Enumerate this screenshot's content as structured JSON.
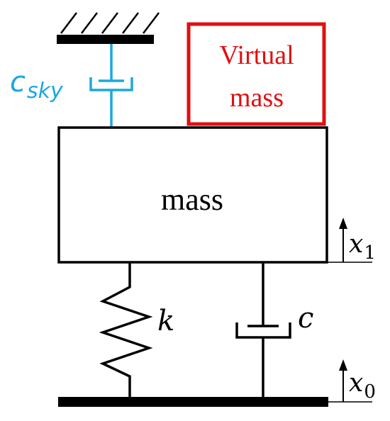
{
  "labels": {
    "mass": "mass",
    "virtual_mass_line1": "Virtual",
    "virtual_mass_line2": "mass",
    "c_sky_main": "c",
    "c_sky_sub": "sky",
    "spring": "k",
    "damper": "c",
    "x1_main": "x",
    "x1_sub": "1",
    "x0_main": "x",
    "x0_sub": "0"
  },
  "colors": {
    "line": "#000000",
    "sky_damper": "#1aa8e0",
    "virtual_mass": "#e01010",
    "background": "#ffffff"
  }
}
